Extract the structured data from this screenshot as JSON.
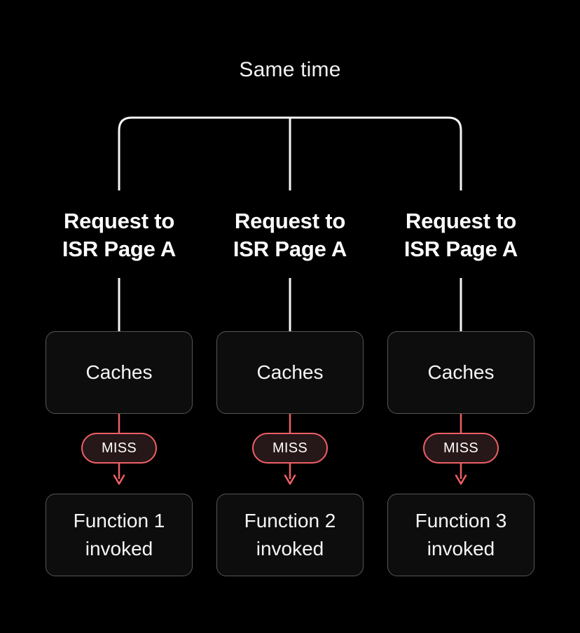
{
  "diagram": {
    "title": "Same time",
    "background_color": "#000000",
    "accent_color": "#ef6064",
    "line_color": "#f5f5f5",
    "box_fill": "#0d0d0e",
    "box_border": "#56565a",
    "badge_fill": "#261719",
    "columns": [
      {
        "request_line1": "Request to",
        "request_line2": "ISR Page A",
        "cache_label": "Caches",
        "badge_label": "MISS",
        "function_line1": "Function 1",
        "function_line2": "invoked"
      },
      {
        "request_line1": "Request to",
        "request_line2": "ISR Page A",
        "cache_label": "Caches",
        "badge_label": "MISS",
        "function_line1": "Function 2",
        "function_line2": "invoked"
      },
      {
        "request_line1": "Request to",
        "request_line2": "ISR Page A",
        "cache_label": "Caches",
        "badge_label": "MISS",
        "function_line1": "Function 3",
        "function_line2": "invoked"
      }
    ]
  }
}
